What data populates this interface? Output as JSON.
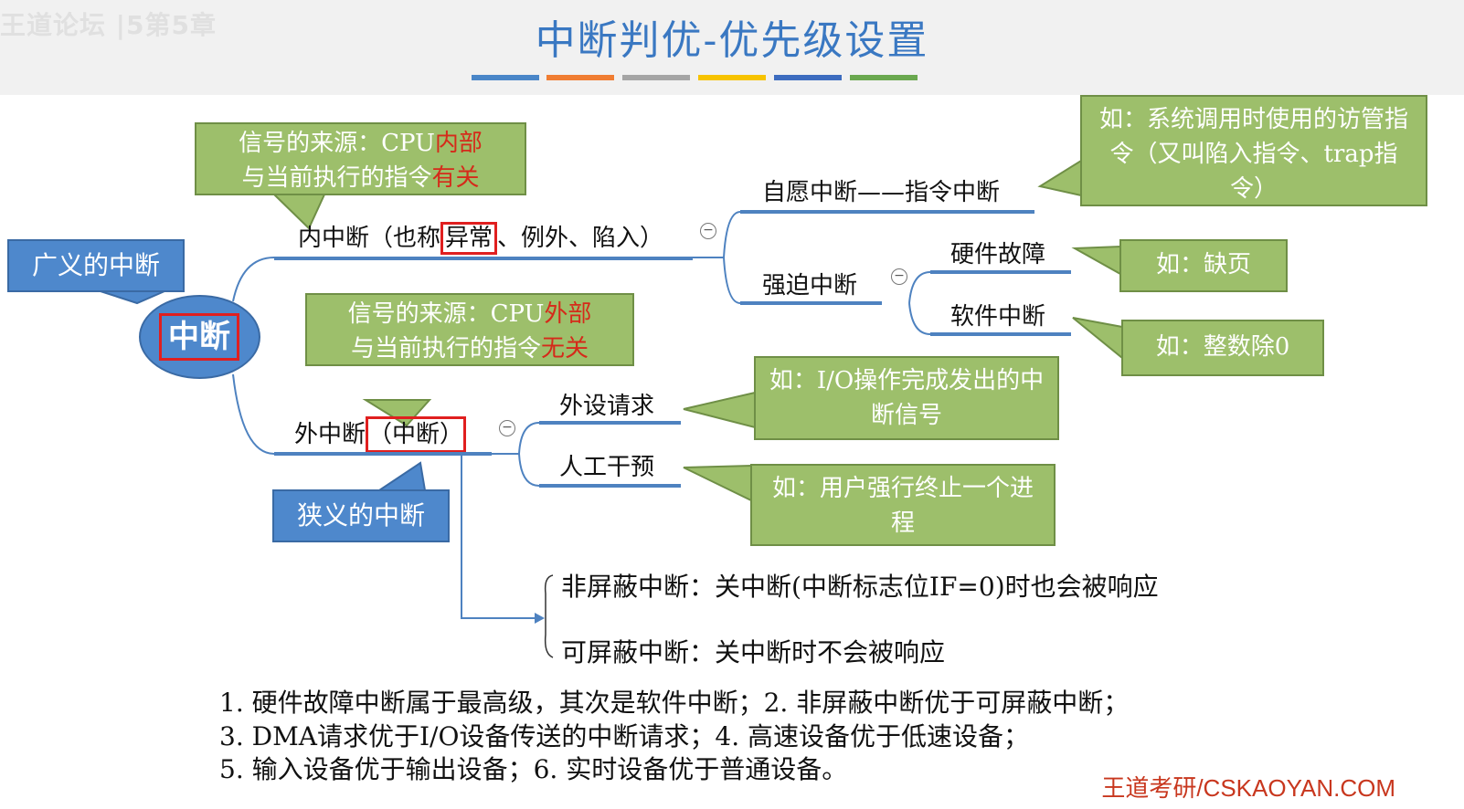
{
  "header": {
    "watermark": "王道论坛 |5第5章",
    "title": "中断判优-优先级设置",
    "bar_colors": [
      "#4a86c8",
      "#f07d32",
      "#a5a5a5",
      "#f7c300",
      "#3d6cbf",
      "#6aa84f"
    ]
  },
  "diagram": {
    "root": "中断",
    "tag_broad": "广义的中断",
    "tag_narrow": "狭义的中断",
    "internal": {
      "label_pre": "内中断（也称",
      "label_highlight": "异常",
      "label_post": "、例外、陷入）",
      "callout_line1_pre": "信号的来源：CPU",
      "callout_line1_red": "内部",
      "callout_line2_pre": "与当前执行的指令",
      "callout_line2_red": "有关",
      "voluntary": "自愿中断——指令中断",
      "voluntary_note": "如：系统调用时使用的访管指令（又叫陷入指令、trap指令）",
      "forced": "强迫中断",
      "hardware_fault": "硬件故障",
      "hardware_note": "如：缺页",
      "software_interrupt": "软件中断",
      "software_note": "如：整数除0"
    },
    "external": {
      "label_pre": "外中断",
      "label_highlight": "（中断）",
      "callout_line1_pre": "信号的来源：CPU",
      "callout_line1_red": "外部",
      "callout_line2_pre": "与当前执行的指令",
      "callout_line2_red": "无关",
      "peripheral": "外设请求",
      "peripheral_note": "如：I/O操作完成发出的中断信号",
      "manual": "人工干预",
      "manual_note": "如：用户强行终止一个进程",
      "nonmaskable": "非屏蔽中断：关中断(中断标志位IF=0)时也会被响应",
      "maskable": "可屏蔽中断：关中断时不会被响应"
    },
    "collapse_symbol": "−"
  },
  "rules": [
    "1. 硬件故障中断属于最高级，其次是软件中断；2. 非屏蔽中断优于可屏蔽中断；",
    "3. DMA请求优于I/O设备传送的中断请求；4. 高速设备优于低速设备；",
    "5. 输入设备优于输出设备；6. 实时设备优于普通设备。"
  ],
  "footer": {
    "brand": "王道考研/CSKAOYAN.COM"
  }
}
